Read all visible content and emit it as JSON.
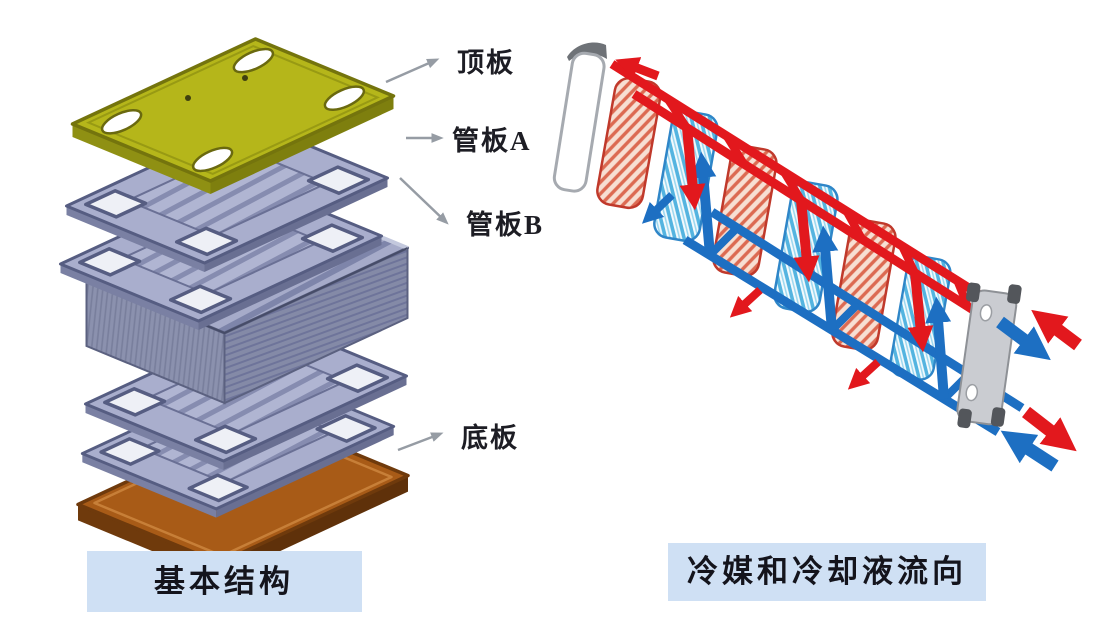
{
  "page": {
    "background": "#ffffff"
  },
  "left_section": {
    "caption": "基本结构",
    "labels": {
      "top_plate": "顶板",
      "tube_plate_a": "管板A",
      "tube_plate_b": "管板B",
      "bottom_plate": "底板"
    }
  },
  "right_section": {
    "caption": "冷媒和冷却液流向"
  },
  "colors": {
    "caption_band": "#cfe0f4",
    "refrigerant_red": "#e2181d",
    "coolant_blue": "#1d6fc2",
    "top_plate_yellow": "#b5b61a",
    "bottom_plate_brown": "#a85b17",
    "frame_gray": "#a9aecd",
    "stack_gray": "#8e94b0"
  }
}
